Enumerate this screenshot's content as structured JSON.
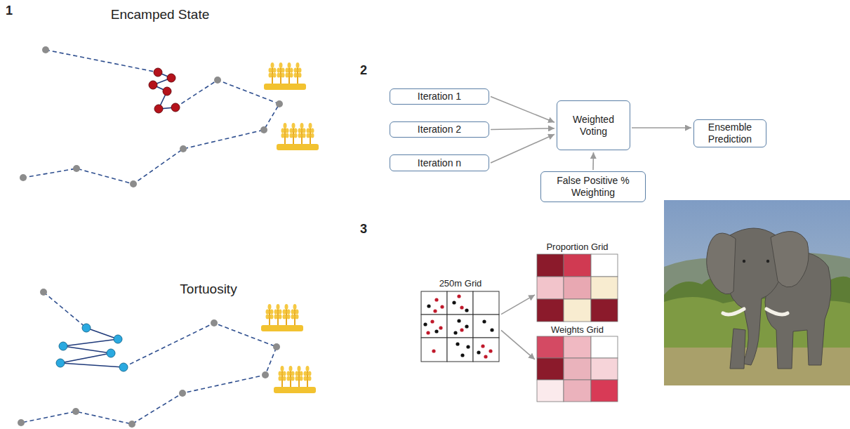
{
  "diagram": {
    "nodes": [
      {
        "text": [
          "Iteration 1"
        ]
      },
      {
        "text": [
          "Iteration 2"
        ]
      },
      {
        "text": [
          "Iteration n"
        ]
      },
      {
        "text": [
          "Weighted Voting"
        ]
      },
      {
        "text": [
          "Ensemble Prediction"
        ]
      },
      {
        "text": [
          "False Positive % Weighting"
        ]
      },
      {
        "text": [
          "250m Grid"
        ]
      },
      {
        "text": [
          "Proportion Grid"
        ]
      },
      {
        "text": [
          "Weights Grid"
        ]
      }
    ],
    "edges": [
      {
        "from": 0,
        "to": 3,
        "arrow": "to"
      },
      {
        "from": 1,
        "to": 3,
        "arrow": "to"
      },
      {
        "from": 2,
        "to": 3,
        "arrow": "to"
      },
      {
        "from": 3,
        "to": 4,
        "arrow": "to"
      },
      {
        "from": 5,
        "to": 3,
        "arrow": "to"
      },
      {
        "from": 6,
        "to": 7,
        "arrow": "to"
      },
      {
        "from": 6,
        "to": 8,
        "arrow": "to"
      }
    ],
    "labels": [
      "1",
      "Encamped State",
      "2",
      "3",
      "Tortuosity"
    ]
  }
}
